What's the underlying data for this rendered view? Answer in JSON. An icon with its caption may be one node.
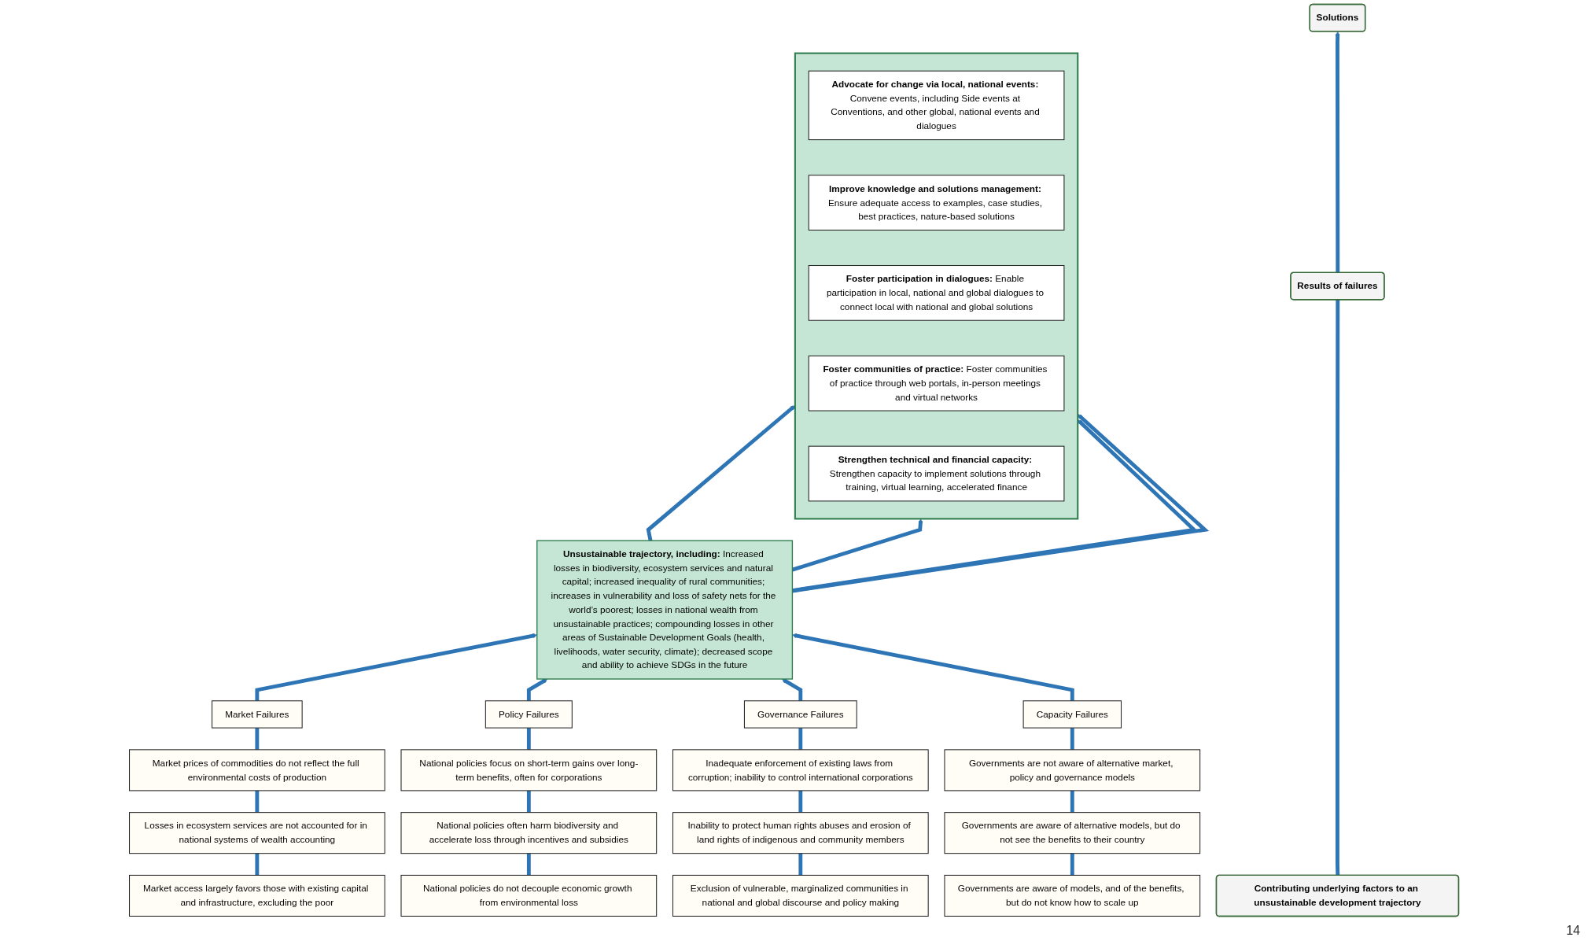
{
  "diagram": {
    "nodes": [
      {
        "text": [
          "Solutions"
        ]
      },
      {
        "text": [
          "Results of failures"
        ]
      },
      {
        "text": [
          "Contributing underlying factors to an unsustainable development trajectory"
        ]
      },
      {
        "text": [],
        "shape": "box"
      },
      {
        "text": [
          "Advocate for change via local, national events:",
          "Convene events, including Side events at Conventions, and other global, national events and dialogues"
        ],
        "in": 3
      },
      {
        "text": [
          "Improve knowledge and solutions management:",
          "Ensure adequate access to examples, case studies, best practices, nature-based solutions"
        ],
        "in": 3
      },
      {
        "text": [
          "Foster participation in dialogues:",
          "Enable participation in local, national and global dialogues to connect local with national and global solutions"
        ],
        "in": 3
      },
      {
        "text": [
          "Foster communities of practice:",
          "Foster communities of practice through web portals, in-person meetings and virtual networks"
        ],
        "in": 3
      },
      {
        "text": [
          "Strengthen technical and financial capacity:",
          "Strengthen capacity to implement solutions through training, virtual learning, accelerated finance"
        ],
        "in": 3
      },
      {
        "text": [
          "Unsustainable trajectory, including:",
          "Increased losses in biodiversity, ecosystem services and natural capital; increased inequality of rural communities; increases in vulnerability and loss of safety nets for the world’s poorest; losses in national wealth from unsustainable practices; compounding losses in other areas of Sustainable Development Goals (health, livelihoods, water security, climate); decreased scope and ability to achieve SDGs in the future"
        ]
      },
      {
        "text": [
          "Market Failures"
        ]
      },
      {
        "text": [
          "Market prices of commodities do not reflect the full environmental costs of production"
        ]
      },
      {
        "text": [
          "Losses in ecosystem services are not accounted for in national systems of wealth accounting"
        ]
      },
      {
        "text": [
          "Market access largely favors those with existing capital and infrastructure, excluding the poor"
        ]
      },
      {
        "text": [
          "Policy Failures"
        ]
      },
      {
        "text": [
          "National policies focus on short-term gains over long-term benefits, often for corporations"
        ]
      },
      {
        "text": [
          "National policies often harm biodiversity and accelerate loss through incentives and subsidies"
        ]
      },
      {
        "text": [
          "National policies do not decouple economic growth from environmental loss"
        ]
      },
      {
        "text": [
          "Governance Failures"
        ]
      },
      {
        "text": [
          "Inadequate enforcement of existing laws from corruption; inability to control international corporations"
        ]
      },
      {
        "text": [
          "Inability to protect human rights abuses and erosion of land rights of indigenous and community members"
        ]
      },
      {
        "text": [
          "Exclusion of vulnerable, marginalized communities in national and global discourse and policy making"
        ]
      },
      {
        "text": [
          "Capacity Failures"
        ]
      },
      {
        "text": [
          "Governments are not aware of alternative market, policy and governance models"
        ]
      },
      {
        "text": [
          "Governments are aware of alternative models, but do not see the benefits to their country"
        ]
      },
      {
        "text": [
          "Governments are aware of models, and of the benefits, but do not know how to scale up"
        ]
      }
    ],
    "edges": [
      {
        "from": 1,
        "to": 0,
        "arrow": "to"
      },
      {
        "from": 1,
        "to": 2,
        "arrow": "none"
      },
      {
        "from": 9,
        "to": 3,
        "arrow": "to"
      },
      {
        "from": 9,
        "to": 3,
        "arrow": "to"
      },
      {
        "from": 9,
        "to": 3,
        "arrow": "to"
      },
      {
        "from": 9,
        "to": 3,
        "arrow": "to"
      },
      {
        "from": 10,
        "to": 9,
        "arrow": "to"
      },
      {
        "from": 14,
        "to": 9,
        "arrow": "to"
      },
      {
        "from": 18,
        "to": 9,
        "arrow": "to"
      },
      {
        "from": 22,
        "to": 9,
        "arrow": "to"
      },
      {
        "from": 10,
        "to": 11,
        "arrow": "none"
      },
      {
        "from": 11,
        "to": 12,
        "arrow": "none"
      },
      {
        "from": 12,
        "to": 13,
        "arrow": "none"
      },
      {
        "from": 14,
        "to": 15,
        "arrow": "none"
      },
      {
        "from": 15,
        "to": 16,
        "arrow": "none"
      },
      {
        "from": 16,
        "to": 17,
        "arrow": "none"
      },
      {
        "from": 18,
        "to": 19,
        "arrow": "none"
      },
      {
        "from": 19,
        "to": 20,
        "arrow": "none"
      },
      {
        "from": 20,
        "to": 21,
        "arrow": "none"
      },
      {
        "from": 22,
        "to": 23,
        "arrow": "none"
      },
      {
        "from": 23,
        "to": 24,
        "arrow": "none"
      },
      {
        "from": 24,
        "to": 25,
        "arrow": "none"
      }
    ],
    "labels": [
      "14"
    ]
  }
}
